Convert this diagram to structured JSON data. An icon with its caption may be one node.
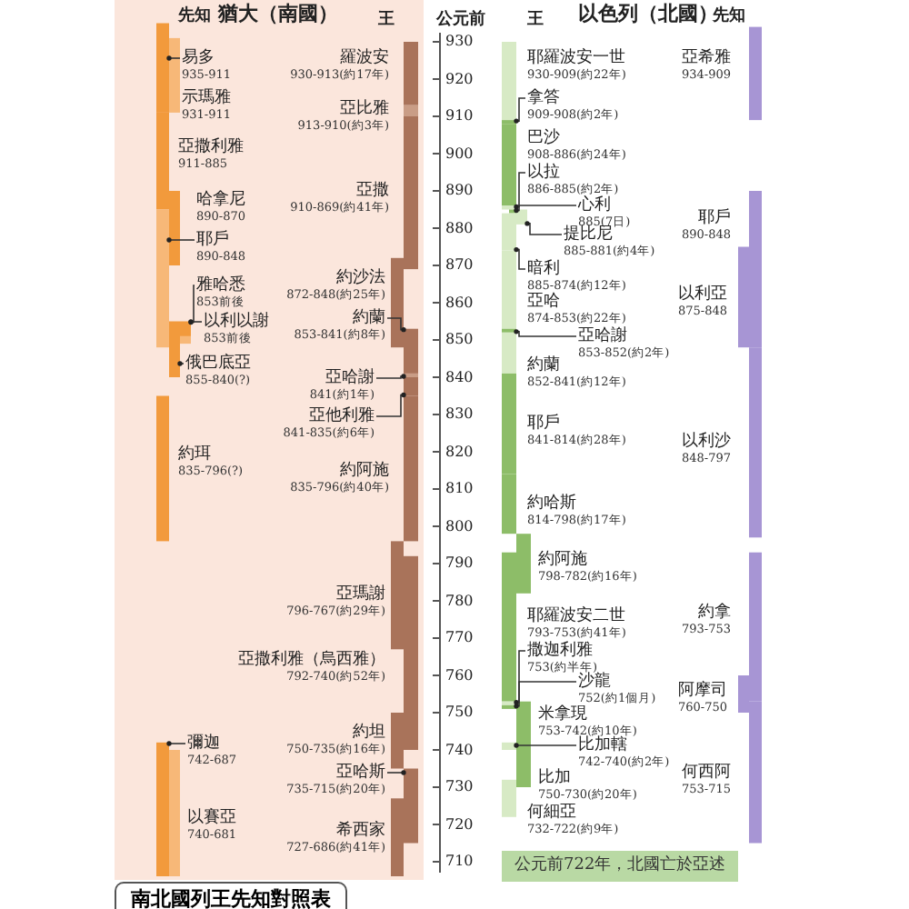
{
  "diagram": {
    "title": "南北國列王先知對照表",
    "nodes": [
      {
        "text": [
          "易多",
          "935-911"
        ]
      },
      {
        "text": [
          "示瑪雅",
          "931-911"
        ]
      },
      {
        "text": [
          "亞撒利雅",
          "911-885"
        ]
      },
      {
        "text": [
          "哈拿尼",
          "890-870"
        ]
      },
      {
        "text": [
          "耶戶",
          "890-848"
        ]
      },
      {
        "text": [
          "雅哈悉",
          "853前後"
        ]
      },
      {
        "text": [
          "以利以謝",
          "853前後"
        ]
      },
      {
        "text": [
          "俄巴底亞",
          "855-840(?)"
        ]
      },
      {
        "text": [
          "約珥",
          "835-796(?)"
        ]
      },
      {
        "text": [
          "彌迦",
          "742-687"
        ]
      },
      {
        "text": [
          "以賽亞",
          "740-681"
        ]
      },
      {
        "text": [
          "羅波安",
          "930-913(約17年)"
        ]
      },
      {
        "text": [
          "亞比雅",
          "913-910(約3年)"
        ]
      },
      {
        "text": [
          "亞撒",
          "910-869(約41年)"
        ]
      },
      {
        "text": [
          "約沙法",
          "872-848(約25年)"
        ]
      },
      {
        "text": [
          "約蘭",
          "853-841(約8年)"
        ]
      },
      {
        "text": [
          "亞哈謝",
          "841(約1年)"
        ]
      },
      {
        "text": [
          "亞他利雅",
          "841-835(約6年)"
        ]
      },
      {
        "text": [
          "約阿施",
          "835-796(約40年)"
        ]
      },
      {
        "text": [
          "亞瑪謝",
          "796-767(約29年)"
        ]
      },
      {
        "text": [
          "亞撒利雅（烏西雅）",
          "792-740(約52年)"
        ]
      },
      {
        "text": [
          "約坦",
          "750-735(約16年)"
        ]
      },
      {
        "text": [
          "亞哈斯",
          "735-715(約20年)"
        ]
      },
      {
        "text": [
          "希西家",
          "727-686(約41年)"
        ]
      },
      {
        "text": [
          "耶羅波安一世",
          "930-909(約22年)"
        ]
      },
      {
        "text": [
          "拿答",
          "909-908(約2年)"
        ]
      },
      {
        "text": [
          "巴沙",
          "908-886(約24年)"
        ]
      },
      {
        "text": [
          "以拉",
          "886-885(約2年)"
        ]
      },
      {
        "text": [
          "心利",
          "885(7日)"
        ]
      },
      {
        "text": [
          "提比尼",
          "885-881(約4年)"
        ]
      },
      {
        "text": [
          "暗利",
          "885-874(約12年)"
        ]
      },
      {
        "text": [
          "亞哈",
          "874-853(約22年)"
        ]
      },
      {
        "text": [
          "亞哈謝",
          "853-852(約2年)"
        ]
      },
      {
        "text": [
          "約蘭",
          "852-841(約12年)"
        ]
      },
      {
        "text": [
          "耶戶",
          "841-814(約28年)"
        ]
      },
      {
        "text": [
          "約哈斯",
          "814-798(約17年)"
        ]
      },
      {
        "text": [
          "約阿施",
          "798-782(約16年)"
        ]
      },
      {
        "text": [
          "耶羅波安二世",
          "793-753(約41年)"
        ]
      },
      {
        "text": [
          "撒迦利雅",
          "753(約半年)"
        ]
      },
      {
        "text": [
          "沙龍",
          "752(約1個月)"
        ]
      },
      {
        "text": [
          "米拿現",
          "753-742(約10年)"
        ]
      },
      {
        "text": [
          "比加轄",
          "742-740(約2年)"
        ]
      },
      {
        "text": [
          "比加",
          "750-730(約20年)"
        ]
      },
      {
        "text": [
          "何細亞",
          "732-722(約9年)"
        ]
      },
      {
        "text": [
          "亞希雅",
          "934-909"
        ]
      },
      {
        "text": [
          "耶戶",
          "890-848"
        ]
      },
      {
        "text": [
          "以利亞",
          "875-848"
        ]
      },
      {
        "text": [
          "以利沙",
          "848-797"
        ]
      },
      {
        "text": [
          "約拿",
          "793-753"
        ]
      },
      {
        "text": [
          "阿摩司",
          "760-750"
        ]
      },
      {
        "text": [
          "何西阿",
          "753-715"
        ]
      },
      {
        "text": [
          "公元前722年，北國亡於亞述"
        ]
      },
      {
        "text": [],
        "shape": "bar"
      },
      {
        "text": [],
        "shape": "bar"
      },
      {
        "text": [],
        "shape": "bar"
      },
      {
        "text": [],
        "shape": "bar"
      },
      {
        "text": [],
        "shape": "bar"
      },
      {
        "text": [],
        "shape": "bar"
      },
      {
        "text": [],
        "shape": "bar"
      },
      {
        "text": [],
        "shape": "bar"
      },
      {
        "text": [],
        "shape": "bar"
      },
      {
        "text": [],
        "shape": "bar"
      },
      {
        "text": [],
        "shape": "bar"
      },
      {
        "text": [],
        "shape": "bar"
      },
      {
        "text": [],
        "shape": "bar"
      },
      {
        "text": [],
        "shape": "bar"
      },
      {
        "text": [],
        "shape": "bar"
      },
      {
        "text": [],
        "shape": "bar"
      },
      {
        "text": [],
        "shape": "bar"
      },
      {
        "text": [],
        "shape": "bar"
      }
    ],
    "edges": [
      {
        "from": 0,
        "to": 52,
        "arrow": "other"
      },
      {
        "from": 4,
        "to": 53,
        "arrow": "other"
      },
      {
        "from": 5,
        "to": 54,
        "arrow": "other"
      },
      {
        "from": 6,
        "to": 54,
        "arrow": "other"
      },
      {
        "from": 7,
        "to": 55,
        "arrow": "other"
      },
      {
        "from": 9,
        "to": 56,
        "arrow": "other"
      },
      {
        "from": 15,
        "to": 57,
        "arrow": "other"
      },
      {
        "from": 16,
        "to": 58,
        "arrow": "other"
      },
      {
        "from": 17,
        "to": 59,
        "arrow": "other"
      },
      {
        "from": 22,
        "to": 60,
        "arrow": "other"
      },
      {
        "from": 25,
        "to": 61,
        "arrow": "other"
      },
      {
        "from": 27,
        "to": 62,
        "arrow": "other"
      },
      {
        "from": 28,
        "to": 63,
        "arrow": "other"
      },
      {
        "from": 29,
        "to": 64,
        "arrow": "other"
      },
      {
        "from": 30,
        "to": 65,
        "arrow": "other"
      },
      {
        "from": 32,
        "to": 66,
        "arrow": "other"
      },
      {
        "from": 38,
        "to": 67,
        "arrow": "other"
      },
      {
        "from": 39,
        "to": 68,
        "arrow": "other"
      },
      {
        "from": 41,
        "to": 69,
        "arrow": "other"
      }
    ],
    "labels": [
      "先知",
      "猶大（南國）",
      "王",
      "公元前",
      "王",
      "以色列（北國）",
      "先知",
      "930",
      "920",
      "910",
      "900",
      "890",
      "880",
      "870",
      "860",
      "850",
      "840",
      "830",
      "820",
      "810",
      "800",
      "790",
      "780",
      "770",
      "760",
      "750",
      "740",
      "730",
      "720",
      "710"
    ]
  }
}
